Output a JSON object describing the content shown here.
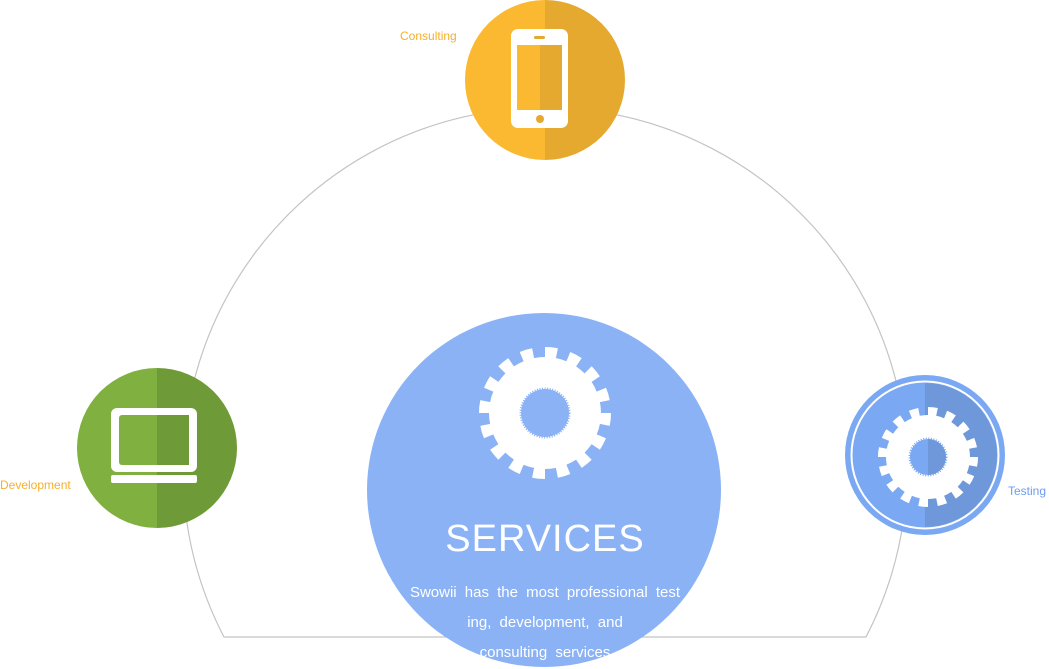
{
  "services": {
    "title": "SERVICES",
    "description_lines": [
      "Swowii has the most professional test",
      "ing, development, and",
      "consulting services"
    ]
  },
  "nodes": {
    "consulting": {
      "label": "Consulting",
      "icon": "smartphone-icon",
      "color": "#fbb932",
      "shade": "#e4a92e"
    },
    "development": {
      "label": "Development",
      "icon": "monitor-icon",
      "color": "#80b03f",
      "shade": "#6f9a38"
    },
    "testing": {
      "label": "Testing",
      "icon": "gear-icon",
      "color": "#7ba8f2",
      "shade": "#6e98d9"
    }
  },
  "colors": {
    "center": "#8ab2f5",
    "label_orange": "#f5b02a",
    "label_blue": "#6d9cf0",
    "arc": "#c4c4c4"
  }
}
